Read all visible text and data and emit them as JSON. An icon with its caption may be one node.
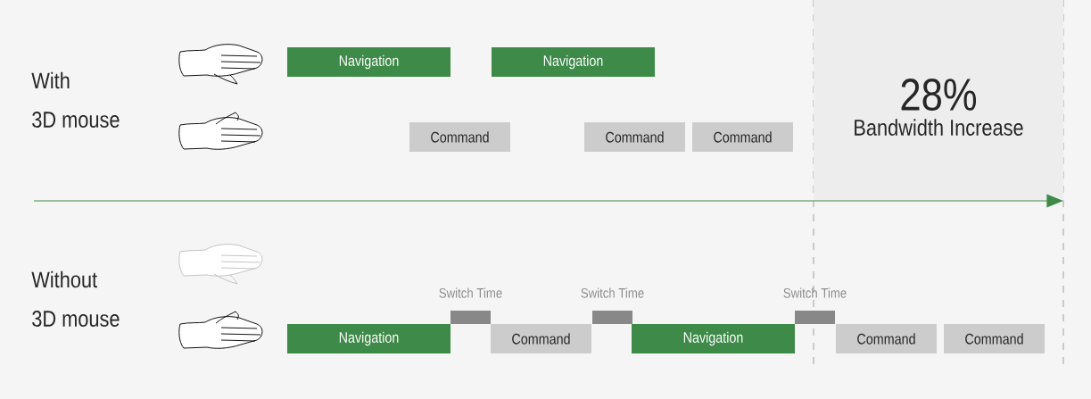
{
  "diagram": {
    "nodes": [
      {
        "text": [
          "Navigation"
        ]
      },
      {
        "text": [
          "Navigation"
        ]
      },
      {
        "text": [
          "Command"
        ]
      },
      {
        "text": [
          "Command"
        ]
      },
      {
        "text": [
          "Command"
        ]
      },
      {
        "text": [
          "28%",
          "Bandwidth Increase"
        ]
      },
      {
        "text": [],
        "shape": "bar",
        "beside": [
          "Switch Time"
        ]
      },
      {
        "text": [],
        "shape": "bar",
        "beside": [
          "Switch Time"
        ]
      },
      {
        "text": [],
        "shape": "bar",
        "beside": [
          "Switch Time"
        ]
      },
      {
        "text": [
          "Navigation"
        ]
      },
      {
        "text": [
          "Command"
        ]
      },
      {
        "text": [
          "Navigation"
        ]
      },
      {
        "text": [
          "Command"
        ]
      },
      {
        "text": [
          "Command"
        ]
      }
    ],
    "labels": [
      "With",
      "3D mouse",
      "Without",
      "3D mouse"
    ]
  }
}
